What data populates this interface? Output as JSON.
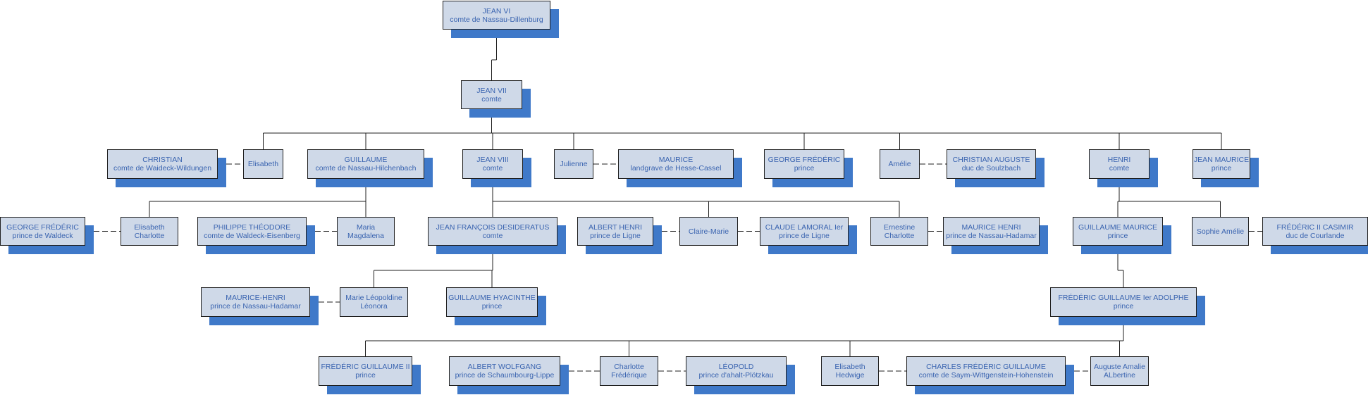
{
  "nodes": [
    {
      "id": "jean6",
      "name": "JEAN VI",
      "title": "comte de Nassau-Dillenburg",
      "shadow": true
    },
    {
      "id": "jean7",
      "name": "JEAN VII",
      "title": "comte",
      "shadow": true
    },
    {
      "id": "christian",
      "name": "CHRISTIAN",
      "title": "comte de Waideck-Wildungen",
      "shadow": true
    },
    {
      "id": "elisabeth1",
      "name": "Elisabeth",
      "title": "",
      "shadow": false
    },
    {
      "id": "guillaume",
      "name": "GUILLAUME",
      "title": "comte de Nassau-Hilchenbach",
      "shadow": true
    },
    {
      "id": "jean8",
      "name": "JEAN VIII",
      "title": "comte",
      "shadow": true
    },
    {
      "id": "julienne",
      "name": "Julienne",
      "title": "",
      "shadow": false
    },
    {
      "id": "maurice",
      "name": "MAURICE",
      "title": "landgrave de Hesse-Cassel",
      "shadow": true
    },
    {
      "id": "georgefred1",
      "name": "GEORGE FRÉDÉRIC",
      "title": "prince",
      "shadow": true
    },
    {
      "id": "amelie",
      "name": "Amélie",
      "title": "",
      "shadow": false
    },
    {
      "id": "christianaug",
      "name": "CHRISTIAN AUGUSTE",
      "title": "duc de Soulzbach",
      "shadow": true
    },
    {
      "id": "henri",
      "name": "HENRI",
      "title": "comte",
      "shadow": true
    },
    {
      "id": "jeanmaurice",
      "name": "JEAN MAURICE",
      "title": "prince",
      "shadow": true
    },
    {
      "id": "georgefred2",
      "name": "GEORGE FRÉDÉRIC",
      "title": "prince de Waldeck",
      "shadow": true
    },
    {
      "id": "elisabethch",
      "name": "Elisabeth",
      "title": "Charlotte",
      "shadow": false
    },
    {
      "id": "philippe",
      "name": "PHILIPPE THÉODORE",
      "title": "comte de Waldeck-Eisenberg",
      "shadow": true
    },
    {
      "id": "maria",
      "name": "Maria",
      "title": "Magdalena",
      "shadow": false
    },
    {
      "id": "jeanfrancois",
      "name": "JEAN FRANÇOIS DESIDERATUS",
      "title": "comte",
      "shadow": true
    },
    {
      "id": "alberthenri",
      "name": "ALBERT HENRI",
      "title": "prince de Ligne",
      "shadow": true
    },
    {
      "id": "clairemarie",
      "name": "Claire-Marie",
      "title": "",
      "shadow": false
    },
    {
      "id": "claude",
      "name": "CLAUDE LAMORAL Ier",
      "title": "prince de Ligne",
      "shadow": true
    },
    {
      "id": "ernestine",
      "name": "Ernestine",
      "title": "Charlotte",
      "shadow": false
    },
    {
      "id": "mauricehenri1",
      "name": "MAURICE HENRI",
      "title": "prince de Nassau-Hadamar",
      "shadow": true
    },
    {
      "id": "guillaumemaurice",
      "name": "GUILLAUME MAURICE",
      "title": "prince",
      "shadow": true
    },
    {
      "id": "sophieamelie",
      "name": "Sophie Amélie",
      "title": "",
      "shadow": false
    },
    {
      "id": "fredcasimir",
      "name": "FRÉDÉRIC II CASIMIR",
      "title": "duc de Courlande",
      "shadow": true
    },
    {
      "id": "mauricehenri2",
      "name": "MAURICE-HENRI",
      "title": "prince de Nassau-Hadamar",
      "shadow": true
    },
    {
      "id": "marieleo",
      "name": "Marie Léopoldine",
      "title": "Léonora",
      "shadow": false
    },
    {
      "id": "guillaumehya",
      "name": "GUILLAUME HYACINTHE",
      "title": "prince",
      "shadow": true
    },
    {
      "id": "fredguiladolphe",
      "name": "FRÉDÉRIC GUILLAUME Ier ADOLPHE",
      "title": "prince",
      "shadow": true
    },
    {
      "id": "fredguil2",
      "name": "FRÉDÉRIC GUILLAUME II",
      "title": "prince",
      "shadow": true
    },
    {
      "id": "albertwolf",
      "name": "ALBERT WOLFGANG",
      "title": "prince de Schaumbourg-Lippe",
      "shadow": true
    },
    {
      "id": "charlotte",
      "name": "Charlotte",
      "title": "Frédérique",
      "shadow": false
    },
    {
      "id": "leopold",
      "name": "LÉOPOLD",
      "title": "prince d'ahalt-Plötzkau",
      "shadow": true
    },
    {
      "id": "elisabethhed",
      "name": "Elisabeth",
      "title": "Hedwige",
      "shadow": false
    },
    {
      "id": "charlesfred",
      "name": "CHARLES FRÉDÉRIC GUILLAUME",
      "title": "comte de Saym-Wittgenstein-Hohenstein",
      "shadow": true
    },
    {
      "id": "auguste",
      "name": "Auguste Amalie",
      "title": "ALbertine",
      "shadow": false
    }
  ],
  "descent": [
    {
      "parent": "jean6",
      "children": [
        "jean7"
      ]
    },
    {
      "parent": "jean7",
      "children": [
        "elisabeth1",
        "guillaume",
        "jean8",
        "julienne",
        "georgefred1",
        "amelie",
        "henri",
        "jeanmaurice"
      ]
    },
    {
      "parent": "guillaume",
      "children": [
        "elisabethch",
        "maria"
      ]
    },
    {
      "parent": "jean8",
      "children": [
        "jeanfrancois",
        "clairemarie",
        "ernestine"
      ]
    },
    {
      "parent": "henri",
      "children": [
        "guillaumemaurice",
        "sophieamelie"
      ]
    },
    {
      "parent": "jeanfrancois",
      "children": [
        "marieleo",
        "guillaumehya"
      ]
    },
    {
      "parent": "guillaumemaurice",
      "children": [
        "fredguiladolphe"
      ]
    },
    {
      "parent": "fredguiladolphe",
      "children": [
        "fredguil2",
        "charlotte",
        "elisabethhed",
        "auguste"
      ]
    }
  ],
  "marriages": [
    [
      "christian",
      "elisabeth1"
    ],
    [
      "julienne",
      "maurice"
    ],
    [
      "amelie",
      "christianaug"
    ],
    [
      "georgefred2",
      "elisabethch"
    ],
    [
      "philippe",
      "maria"
    ],
    [
      "alberthenri",
      "clairemarie"
    ],
    [
      "clairemarie",
      "claude"
    ],
    [
      "ernestine",
      "mauricehenri1"
    ],
    [
      "sophieamelie",
      "fredcasimir"
    ],
    [
      "mauricehenri2",
      "marieleo"
    ],
    [
      "albertwolf",
      "charlotte"
    ],
    [
      "charlotte",
      "leopold"
    ],
    [
      "elisabethhed",
      "charlesfred"
    ],
    [
      "charlesfred",
      "auguste"
    ]
  ]
}
